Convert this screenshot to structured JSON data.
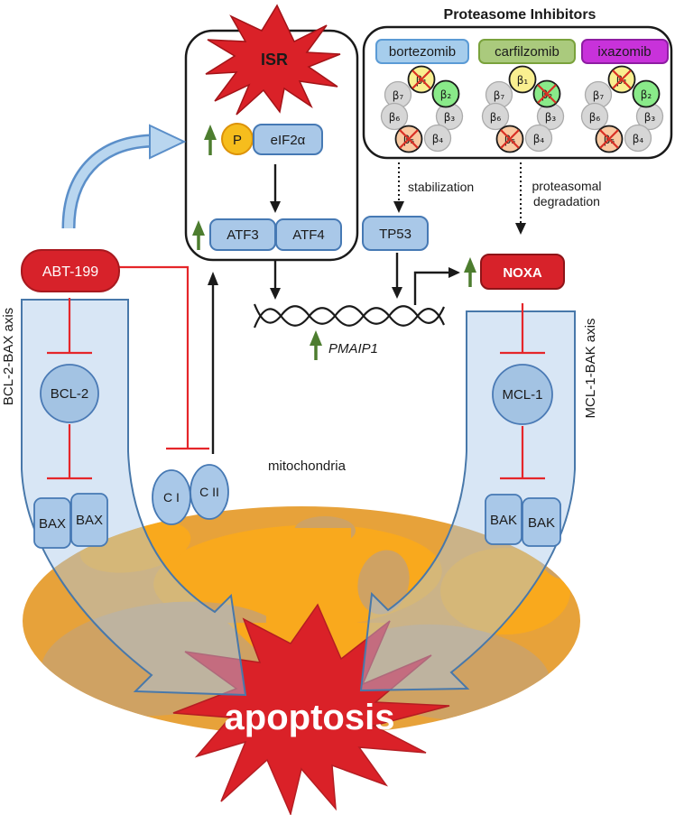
{
  "proteasome_panel": {
    "title": "Proteasome Inhibitors",
    "drugs": [
      {
        "name": "bortezomib",
        "chip_color": "#a6cdec",
        "chip_border": "#5b9bd5",
        "crossed_subunits": [
          "β1",
          "β5"
        ]
      },
      {
        "name": "carfilzomib",
        "chip_color": "#aaca7d",
        "chip_border": "#7aa23c",
        "crossed_subunits": [
          "β2",
          "β5"
        ]
      },
      {
        "name": "ixazomib",
        "chip_color": "#c832da",
        "chip_border": "#8f1da3",
        "crossed_subunits": [
          "β1",
          "β5"
        ]
      }
    ],
    "subunits": [
      "β₁",
      "β₂",
      "β₃",
      "β₄",
      "β₅",
      "β₆",
      "β₇"
    ]
  },
  "isr_panel": {
    "burst_label": "ISR",
    "phospho": "P",
    "eif2a": "eIF2α",
    "atf3": "ATF3",
    "atf4": "ATF4"
  },
  "nodes": {
    "abt199": "ABT-199",
    "tp53": "TP53",
    "noxa": "NOXA",
    "bcl2": "BCL-2",
    "mcl1": "MCL-1",
    "bax": "BAX",
    "bak": "BAK",
    "complex1": "C I",
    "complex2": "C II",
    "apoptosis": "apoptosis"
  },
  "annotations": {
    "stabilization": "stabilization",
    "prot_deg_line1": "proteasomal",
    "prot_deg_line2": "degradation",
    "mitochondria": "mitochondria",
    "pmaip1": "PMAIP1"
  },
  "axes": {
    "left": "BCL-2-BAX axis",
    "right": "MCL-1-BAK axis"
  },
  "colors": {
    "red_node": "#d7222a",
    "burst_red": "#da2128",
    "blue_box_fill": "#a9c8e8",
    "blue_box_border": "#4679b4",
    "ribbon_fill": "rgba(169,200,232,0.45)",
    "ribbon_border": "#4878aa",
    "green_arrow": "#4d7d2f",
    "inhibition_red": "#e5262a",
    "phospho_yellow": "#f6bd1d",
    "subunit_yellow": "#f9ef90",
    "subunit_green": "#89ea89",
    "subunit_salmon": "#f8c9a2",
    "subunit_gray": "#d6d6d6",
    "mito_base": "#e7a23a",
    "mito_bright": "#f9a91d",
    "mito_tan": "#cfa263"
  }
}
